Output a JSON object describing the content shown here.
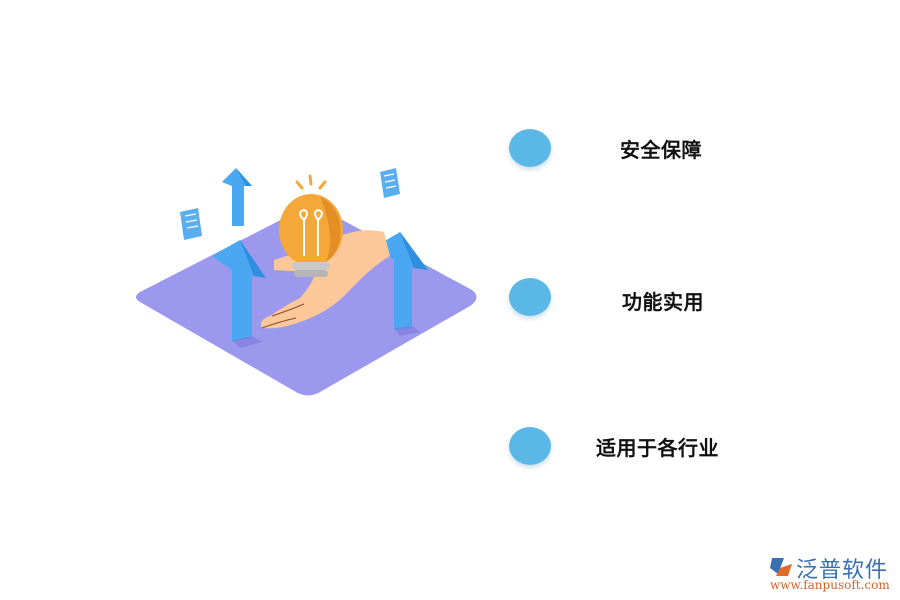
{
  "features": [
    {
      "label": "安全保障",
      "color": "#5bb8e6"
    },
    {
      "label": "功能实用",
      "color": "#5bb8e6"
    },
    {
      "label": "适用于各行业",
      "color": "#5bb8e6"
    }
  ],
  "illustration": {
    "description": "isometric purple platform with hand holding light bulb, blue up arrows and floating documents",
    "colors": {
      "platform": "#9b98ee",
      "arrow": "#4aa8f2",
      "bulb": "#f5a83a",
      "hand": "#fcc89a",
      "document": "#5aaef0"
    }
  },
  "logo": {
    "title": "泛普软件",
    "url": "www.fanpusoft.com"
  }
}
